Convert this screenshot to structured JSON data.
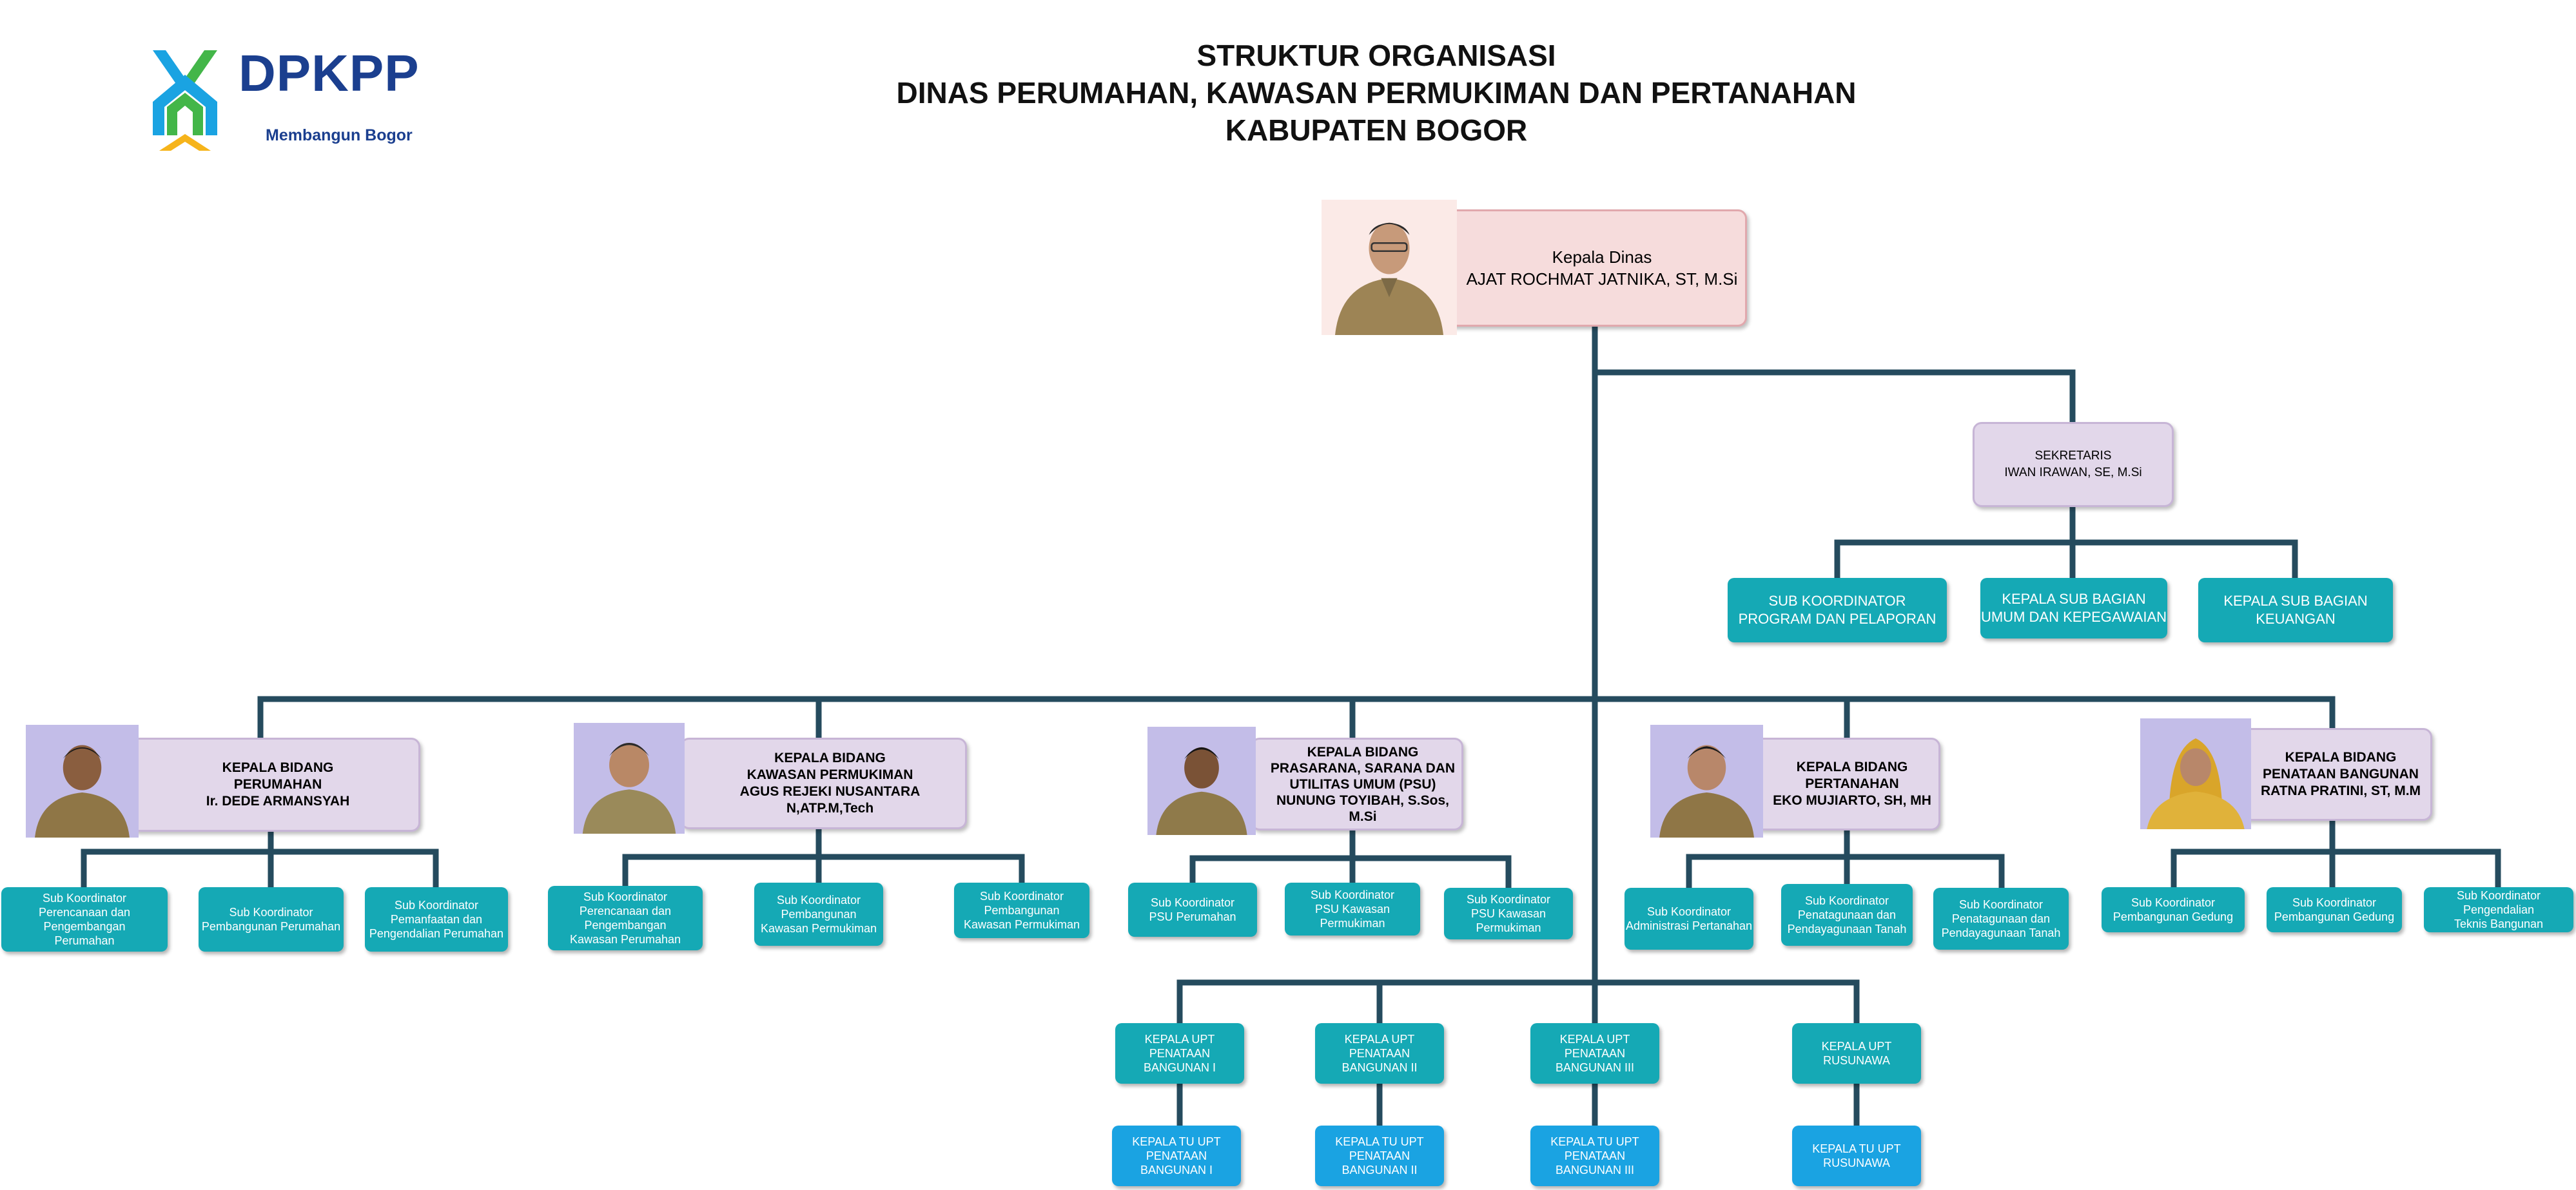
{
  "header": {
    "logo_text": "DPKPP",
    "logo_tagline": "Membangun Bogor",
    "title_line1": "STRUKTUR ORGANISASI",
    "title_line2": "DINAS PERUMAHAN, KAWASAN PERMUKIMAN DAN PERTANAHAN",
    "title_line3": "KABUPATEN BOGOR"
  },
  "kepala_dinas": "Kepala Dinas\nAJAT ROCHMAT JATNIKA, ST, M.Si",
  "sekretaris": "SEKRETARIS\nIWAN IRAWAN, SE, M.Si",
  "sekretariat_units": [
    "SUB KOORDINATOR\nPROGRAM DAN PELAPORAN",
    "KEPALA SUB BAGIAN\nUMUM DAN KEPEGAWAIAN",
    "KEPALA SUB BAGIAN\nKEUANGAN"
  ],
  "bidang": [
    {
      "label": "KEPALA BIDANG\nPERUMAHAN\nIr. DEDE ARMANSYAH",
      "subs": [
        "Sub Koordinator\nPerencanaan dan\nPengembangan\nPerumahan",
        "Sub Koordinator\nPembangunan Perumahan",
        "Sub Koordinator\nPemanfaatan dan\nPengendalian Perumahan"
      ]
    },
    {
      "label": "KEPALA BIDANG\nKAWASAN PERMUKIMAN\nAGUS REJEKI NUSANTARA N,ATP.M,Tech",
      "subs": [
        "Sub Koordinator\nPerencanaan dan\nPengembangan\nKawasan Perumahan",
        "Sub Koordinator\nPembangunan\nKawasan Permukiman",
        "Sub Koordinator\nPembangunan\nKawasan Permukiman"
      ]
    },
    {
      "label": "KEPALA BIDANG\nPRASARANA, SARANA DAN\nUTILITAS UMUM (PSU)\nNUNUNG TOYIBAH, S.Sos, M.Si",
      "subs": [
        "Sub Koordinator\nPSU Perumahan",
        "Sub Koordinator\nPSU Kawasan\nPermukiman",
        "Sub Koordinator\nPSU Kawasan\nPermukiman"
      ]
    },
    {
      "label": "KEPALA BIDANG\nPERTANAHAN\nEKO MUJIARTO, SH, MH",
      "subs": [
        "Sub Koordinator\nAdministrasi Pertanahan",
        "Sub Koordinator\nPenatagunaan dan\nPendayagunaan Tanah",
        "Sub Koordinator\nPenatagunaan dan\nPendayagunaan Tanah"
      ]
    },
    {
      "label": "KEPALA BIDANG\nPENATAAN BANGUNAN\nRATNA PRATINI, ST, M.M",
      "subs": [
        "Sub Koordinator\nPembangunan Gedung",
        "Sub Koordinator\nPembangunan Gedung",
        "Sub Koordinator\nPengendalian\nTeknis Bangunan"
      ]
    }
  ],
  "upt": [
    {
      "kepala": "KEPALA UPT\nPENATAAN\nBANGUNAN I",
      "tu": "KEPALA TU UPT\nPENATAAN\nBANGUNAN I"
    },
    {
      "kepala": "KEPALA UPT\nPENATAAN\nBANGUNAN II",
      "tu": "KEPALA TU UPT\nPENATAAN\nBANGUNAN II"
    },
    {
      "kepala": "KEPALA UPT\nPENATAAN\nBANGUNAN III",
      "tu": "KEPALA TU UPT\nPENATAAN\nBANGUNAN III"
    },
    {
      "kepala": "KEPALA UPT\nRUSUNAWA",
      "tu": "KEPALA TU UPT\nRUSUNAWA"
    }
  ],
  "colors": {
    "line": "#254b5e",
    "head_fill": "#f6dcdc",
    "lavender_fill": "#e2d7ea",
    "teal": "#15a9b5",
    "blue": "#1aa3e2",
    "logo_blue": "#1b3f8f"
  }
}
